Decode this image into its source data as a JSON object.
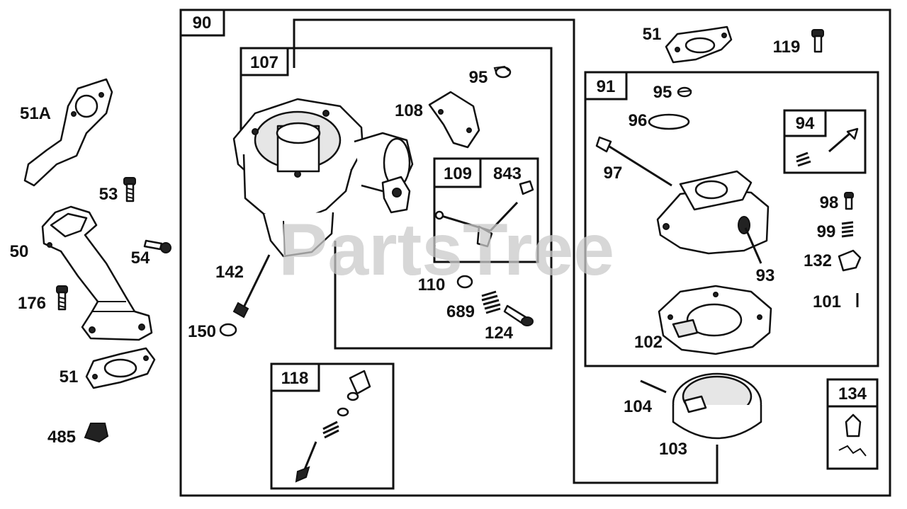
{
  "watermark": "PartsTree",
  "frames": {
    "main": "90",
    "carb_body": "107",
    "shaft_kit": "109",
    "shaft_kit_alt": "843",
    "bowl_kit": "91",
    "needle_kit": "94",
    "valve_kit": "118",
    "inlet_needle": "134"
  },
  "labels": {
    "p51a": "51A",
    "p53": "53",
    "p50": "50",
    "p54": "54",
    "p176": "176",
    "p51_left": "51",
    "p485": "485",
    "p142": "142",
    "p150": "150",
    "p95_top": "95",
    "p108": "108",
    "p110": "110",
    "p689": "689",
    "p124": "124",
    "p51_top": "51",
    "p119": "119",
    "p95_kit": "95",
    "p96": "96",
    "p97": "97",
    "p98": "98",
    "p99": "99",
    "p132": "132",
    "p93": "93",
    "p101": "101",
    "p102": "102",
    "p104": "104",
    "p103": "103"
  }
}
